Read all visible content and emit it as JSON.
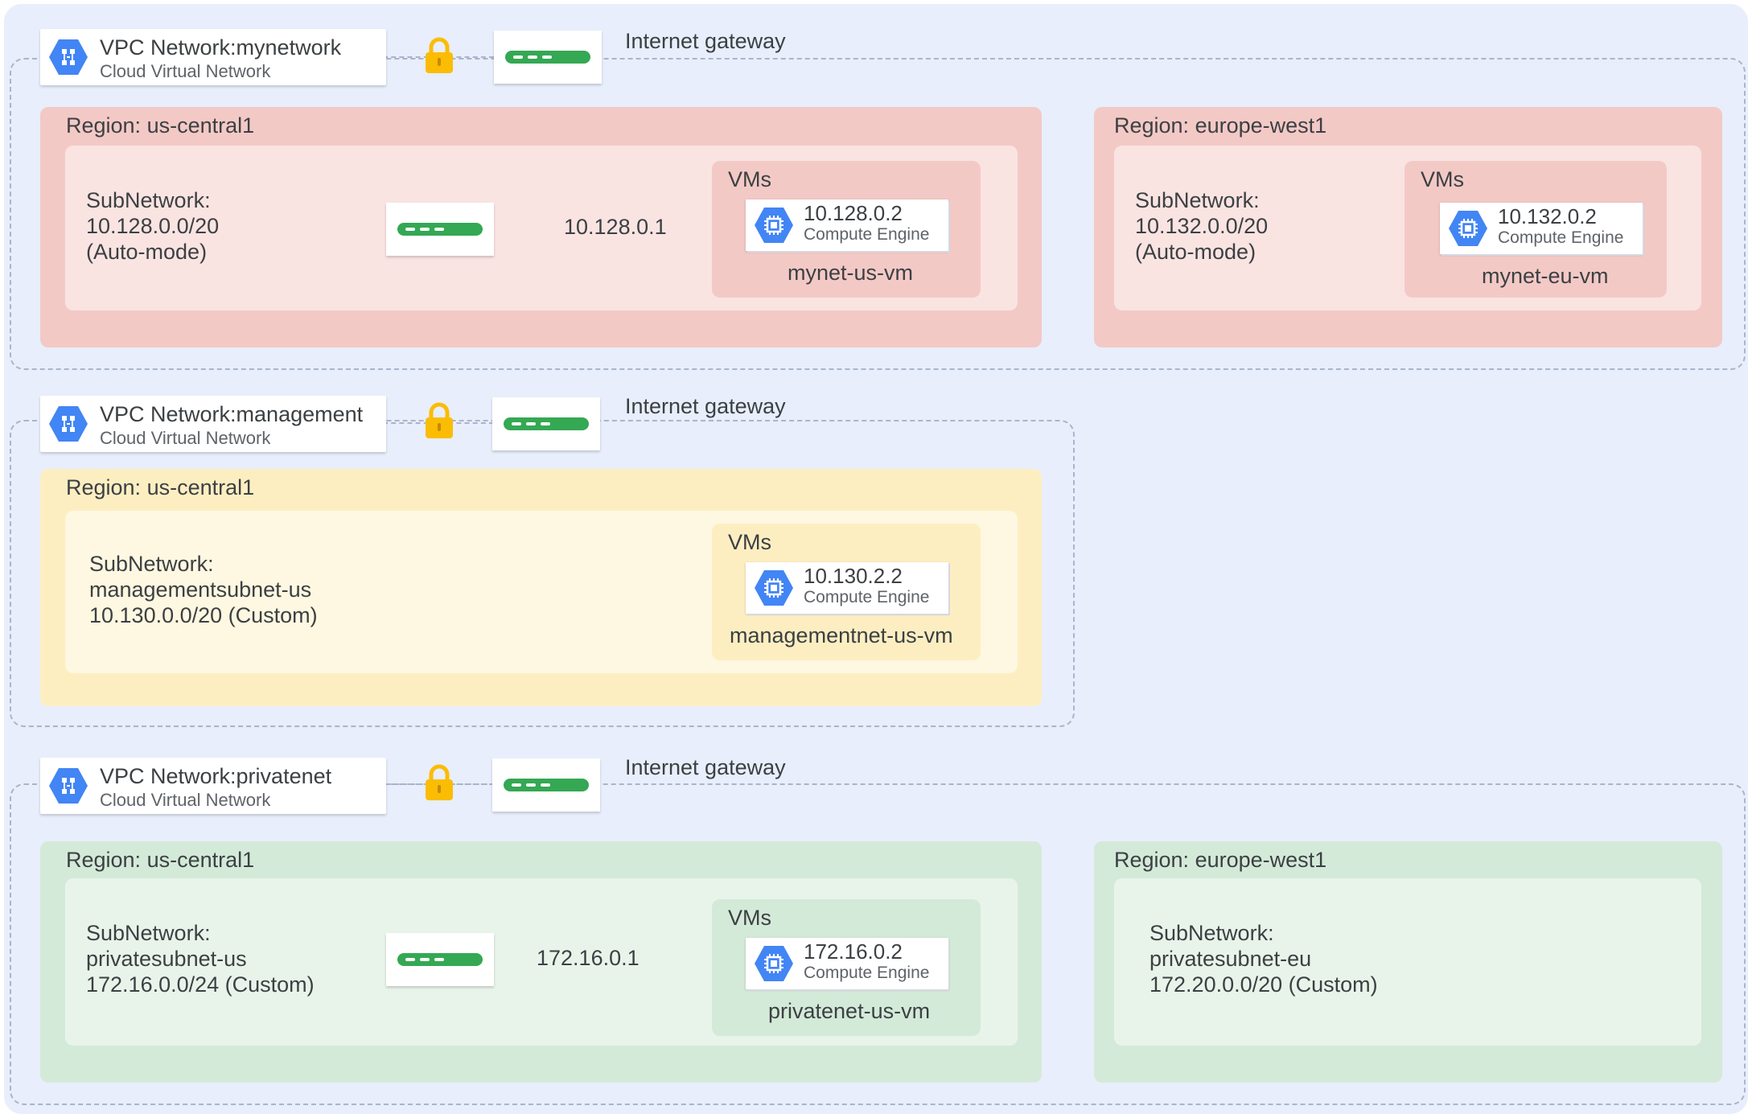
{
  "colors": {
    "canvas": "#e8eefb",
    "boundary": "#a9b5cc",
    "gcp_blue": "#4285f4",
    "gateway_green": "#34a853",
    "lock_yellow": "#fbbc04",
    "mynetwork_region": "#f3c9c6",
    "management_region": "#fdeec2",
    "privatenet_region": "#d4ead9"
  },
  "icons": {
    "vpc": "cloud-vpc-hex-icon",
    "firewall": "lock-icon",
    "gateway": "gateway-bar-icon",
    "vm": "compute-engine-hex-icon"
  },
  "networks": {
    "mynetwork": {
      "title": "VPC Network:mynetwork",
      "subtitle": "Cloud Virtual Network",
      "gateway_label": "Internet gateway",
      "us": {
        "region": "Region: us-central1",
        "subnet": "SubNetwork:\n10.128.0.0/20\n(Auto-mode)",
        "router_ip": "10.128.0.1",
        "vms_label": "VMs",
        "vm_ip": "10.128.0.2",
        "vm_service": "Compute Engine",
        "vm_name": "mynet-us-vm"
      },
      "eu": {
        "region": "Region: europe-west1",
        "subnet": "SubNetwork:\n10.132.0.0/20\n(Auto-mode)",
        "vms_label": "VMs",
        "vm_ip": "10.132.0.2",
        "vm_service": "Compute Engine",
        "vm_name": "mynet-eu-vm"
      }
    },
    "management": {
      "title": "VPC Network:management",
      "subtitle": "Cloud Virtual Network",
      "gateway_label": "Internet gateway",
      "us": {
        "region": "Region: us-central1",
        "subnet": "SubNetwork:\nmanagementsubnet-us\n10.130.0.0/20 (Custom)",
        "vms_label": "VMs",
        "vm_ip": "10.130.2.2",
        "vm_service": "Compute Engine",
        "vm_name": "managementnet-us-vm"
      }
    },
    "privatenet": {
      "title": "VPC Network:privatenet",
      "subtitle": "Cloud Virtual Network",
      "gateway_label": "Internet gateway",
      "us": {
        "region": "Region: us-central1",
        "subnet": "SubNetwork:\nprivatesubnet-us\n172.16.0.0/24 (Custom)",
        "router_ip": "172.16.0.1",
        "vms_label": "VMs",
        "vm_ip": "172.16.0.2",
        "vm_service": "Compute Engine",
        "vm_name": "privatenet-us-vm"
      },
      "eu": {
        "region": "Region: europe-west1",
        "subnet": "SubNetwork:\nprivatesubnet-eu\n172.20.0.0/20 (Custom)"
      }
    }
  }
}
